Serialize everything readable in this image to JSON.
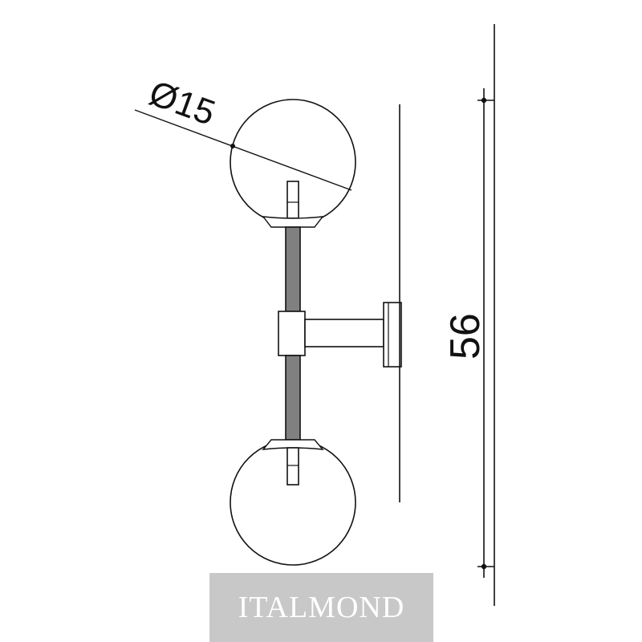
{
  "dimensions": {
    "diameter_label": "Ø15",
    "height_label": "56"
  },
  "watermark": {
    "text": "ITALMOND"
  },
  "colors": {
    "line": "#111111",
    "rod_fill": "#808080",
    "watermark_bg": "#c8c8c8",
    "watermark_text": "#ffffff"
  }
}
